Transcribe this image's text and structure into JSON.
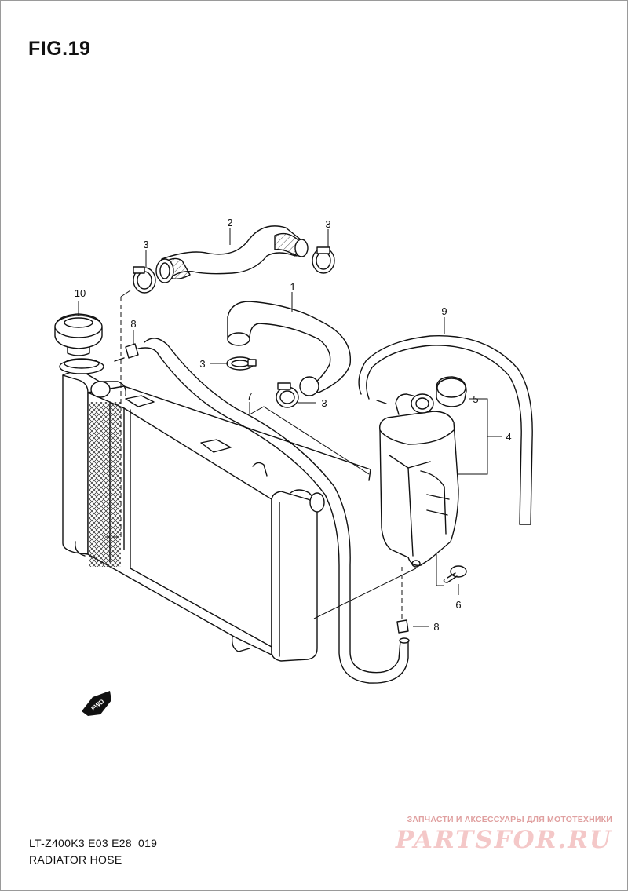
{
  "header": {
    "title": "FIG.19"
  },
  "callouts": [
    {
      "id": "c1",
      "label": "1"
    },
    {
      "id": "c2",
      "label": "2"
    },
    {
      "id": "c3a",
      "label": "3"
    },
    {
      "id": "c3b",
      "label": "3"
    },
    {
      "id": "c3c",
      "label": "3"
    },
    {
      "id": "c3d",
      "label": "3"
    },
    {
      "id": "c4",
      "label": "4"
    },
    {
      "id": "c5",
      "label": "5"
    },
    {
      "id": "c6",
      "label": "6"
    },
    {
      "id": "c7",
      "label": "7"
    },
    {
      "id": "c8a",
      "label": "8"
    },
    {
      "id": "c8b",
      "label": "8"
    },
    {
      "id": "c9",
      "label": "9"
    },
    {
      "id": "c10",
      "label": "10"
    }
  ],
  "fwd_label": "FWD",
  "footer": {
    "code": "LT-Z400K3 E03 E28_019",
    "caption": "RADIATOR HOSE"
  },
  "watermark": {
    "tagline": "ЗАПЧАСТИ И АКСЕССУАРЫ ДЛЯ МОТОТЕХНИКИ",
    "logo": "PARTSFOR.RU"
  }
}
